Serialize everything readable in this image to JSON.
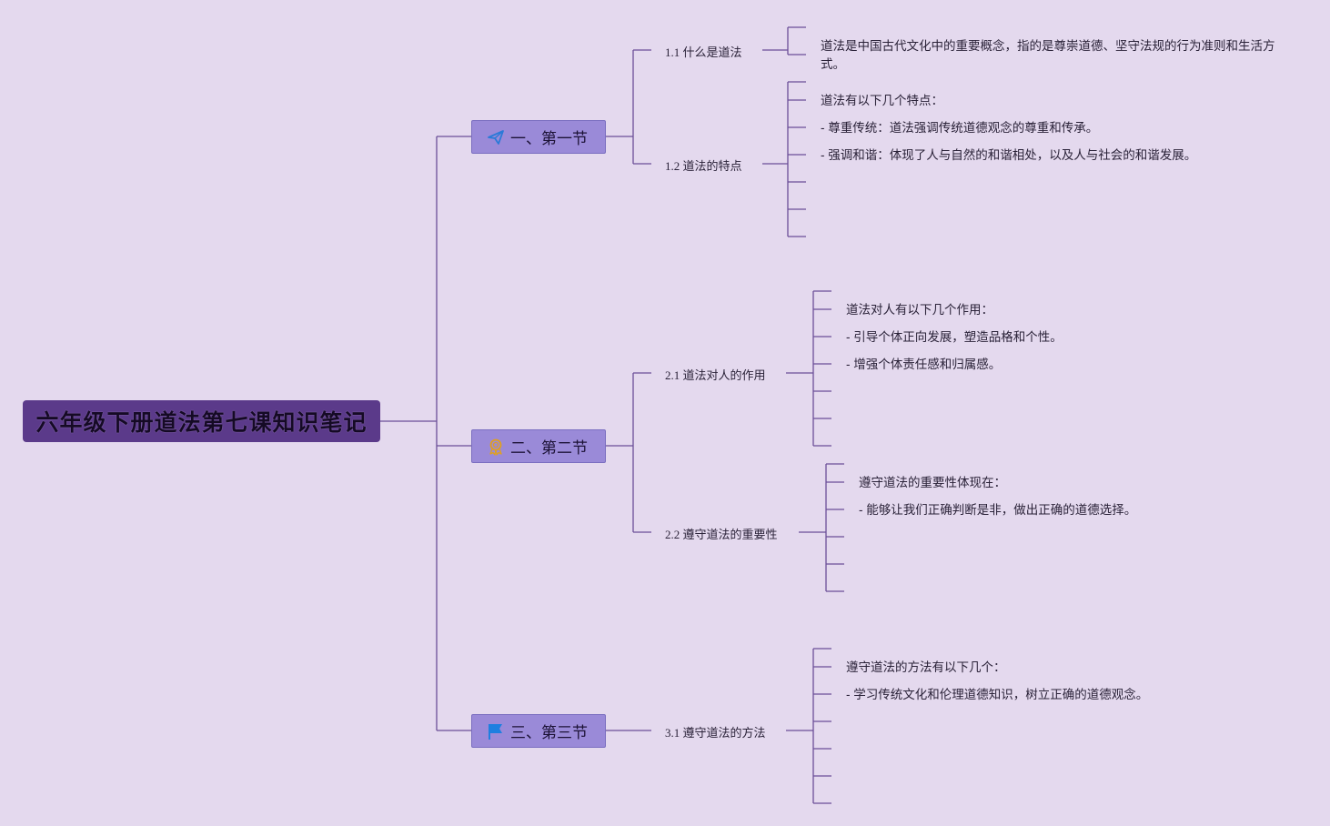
{
  "root": {
    "title": "六年级下册道法第七课知识笔记"
  },
  "sections": [
    {
      "label": "一、第一节",
      "icon": "paper-plane-icon",
      "color": "#2b7ad8"
    },
    {
      "label": "二、第二节",
      "icon": "award-ribbon-icon",
      "color": "#e0a020"
    },
    {
      "label": "三、第三节",
      "icon": "flag-icon",
      "color": "#1e7fe0"
    }
  ],
  "subtopics": {
    "s1_1": "1.1 什么是道法",
    "s1_2": "1.2 道法的特点",
    "s2_1": "2.1 道法对人的作用",
    "s2_2": "2.2 遵守道法的重要性",
    "s3_1": "3.1 遵守道法的方法"
  },
  "leaves": {
    "l1_1_a": "道法是中国古代文化中的重要概念，指的是尊崇道德、坚守法规的行为准则和生活方式。",
    "l1_2_a": "道法有以下几个特点：",
    "l1_2_b": "- 尊重传统：道法强调传统道德观念的尊重和传承。",
    "l1_2_c": "- 强调和谐：体现了人与自然的和谐相处，以及人与社会的和谐发展。",
    "l2_1_a": "道法对人有以下几个作用：",
    "l2_1_b": "- 引导个体正向发展，塑造品格和个性。",
    "l2_1_c": "- 增强个体责任感和归属感。",
    "l2_2_a": "遵守道法的重要性体现在：",
    "l2_2_b": "- 能够让我们正确判断是非，做出正确的道德选择。",
    "l3_1_a": "遵守道法的方法有以下几个：",
    "l3_1_b": "- 学习传统文化和伦理道德知识，树立正确的道德观念。"
  },
  "colors": {
    "background": "#e4d9ee",
    "root": "#5b3a8a",
    "section": "#9a8ad8",
    "line": "#6b4f98"
  }
}
